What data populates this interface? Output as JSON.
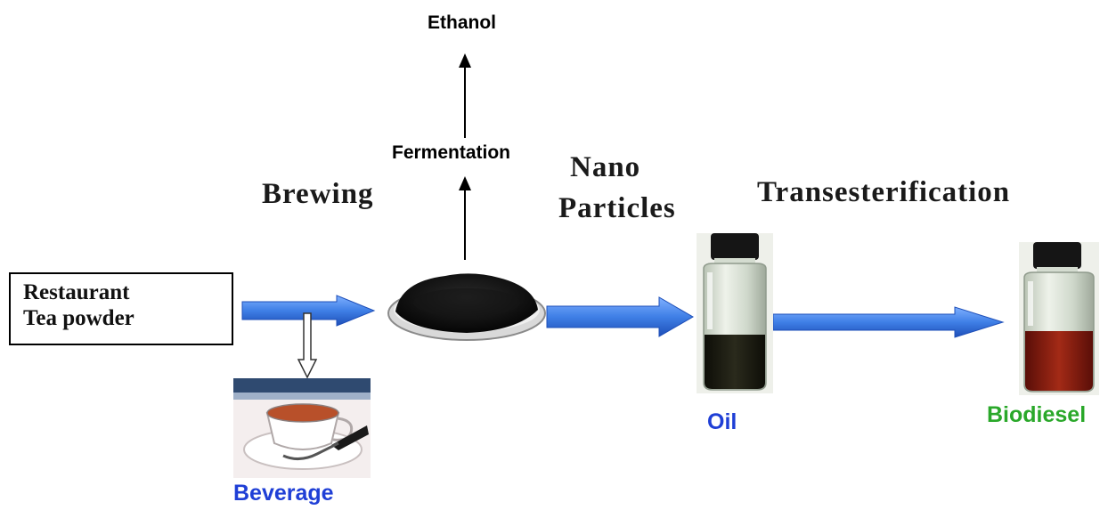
{
  "labels": {
    "ethanol": "Ethanol",
    "fermentation": "Fermentation",
    "brewing": "Brewing",
    "nano_line1": "Nano",
    "nano_line2": "Particles",
    "transesterification": "Transesterification",
    "source_line1": "Restaurant",
    "source_line2": "Tea powder",
    "beverage": "Beverage",
    "oil": "Oil",
    "biodiesel": "Biodiesel"
  },
  "colors": {
    "arrow_blue": "#3f7fe6",
    "arrow_blue_dark": "#1e4fb8",
    "label_blue": "#1f3fd6",
    "label_green": "#2aa82a",
    "oil_liquid": "#1c1c14",
    "biodiesel_liquid": "#8a1a10"
  }
}
